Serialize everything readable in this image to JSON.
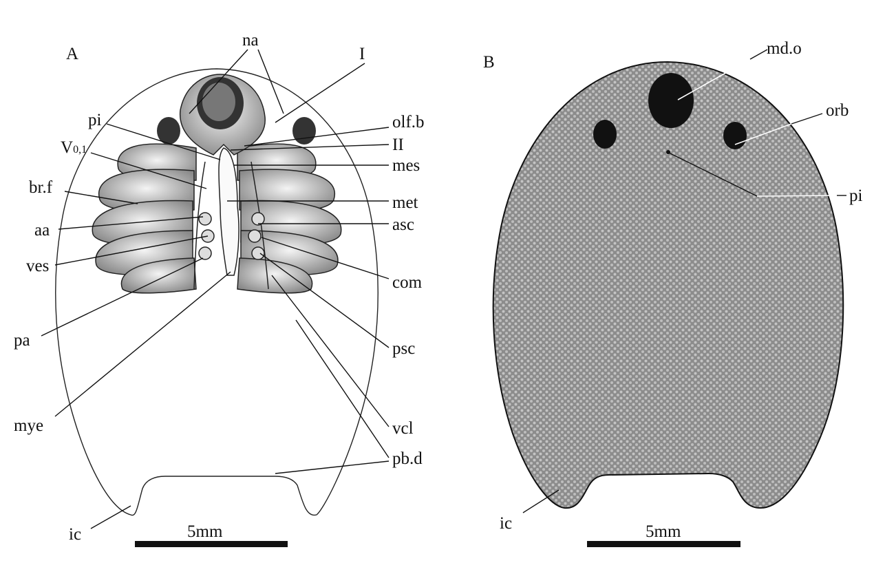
{
  "panel_a": {
    "letter": "A",
    "labels": {
      "na": "na",
      "I": "I",
      "pi": "pi",
      "olf_b": "olf.b",
      "V01_main": "V",
      "V01_sub": "0,1",
      "II": "II",
      "mes": "mes",
      "br_f": "br.f",
      "met": "met",
      "aa": "aa",
      "asc": "asc",
      "ves": "ves",
      "com": "com",
      "pa": "pa",
      "psc": "psc",
      "mye": "mye",
      "vcl": "vcl",
      "pb_d": "pb.d",
      "ic": "ic"
    },
    "scale_bar": "5mm"
  },
  "panel_b": {
    "letter": "B",
    "labels": {
      "md_o": "md.o",
      "orb": "orb",
      "pi": "pi",
      "ic": "ic"
    },
    "scale_bar": "5mm"
  },
  "colors": {
    "shield_fill": "#8c8c8c",
    "tubercle": "#c4c4c4",
    "opening": "#111111"
  }
}
